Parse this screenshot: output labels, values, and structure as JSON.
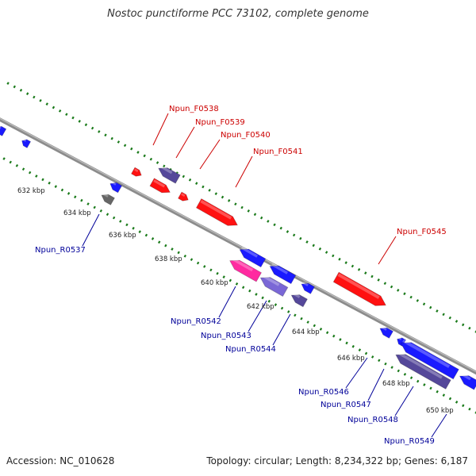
{
  "title": "Nostoc punctiforme PCC 73102, complete genome",
  "accession": "Accession: NC_010628",
  "summary": "Topology: circular; Length: 8,234,322 bp; Genes: 6,187",
  "ticks": [
    "632 kbp",
    "634 kbp",
    "636 kbp",
    "638 kbp",
    "640 kbp",
    "642 kbp",
    "644 kbp",
    "646 kbp",
    "648 kbp",
    "650 kbp"
  ],
  "forward_labels": [
    "Npun_F0538",
    "Npun_F0539",
    "Npun_F0540",
    "Npun_F0541",
    "Npun_F0545"
  ],
  "reverse_labels": [
    "Npun_R0537",
    "Npun_R0542",
    "Npun_R0543",
    "Npun_R0544",
    "Npun_R0546",
    "Npun_R0547",
    "Npun_R0548",
    "Npun_R0549"
  ],
  "colors": {
    "forward": "#ff1111",
    "reverse_blue": "#1a1aff",
    "reverse_purple": "#55489a",
    "reverse_violet": "#7a67d6",
    "reverse_pink": "#ff2aa0",
    "reverse_gray": "#666666",
    "backbone": "#8c8c8c",
    "dots": "#1a7a1a",
    "label_forward": "#cc0000",
    "label_reverse": "#000099"
  }
}
